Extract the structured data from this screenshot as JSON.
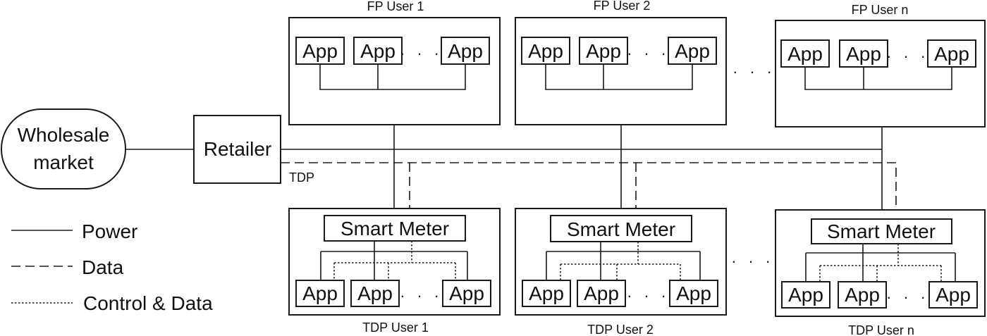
{
  "nodes": {
    "wholesale_line1": "Wholesale",
    "wholesale_line2": "market",
    "retailer": "Retailer",
    "tdp_link_label": "TDP"
  },
  "fp_users": [
    {
      "title": "FP User 1",
      "apps": [
        "App",
        "App",
        "App"
      ]
    },
    {
      "title": "FP User 2",
      "apps": [
        "App",
        "App",
        "App"
      ]
    },
    {
      "title": "FP User n",
      "apps": [
        "App",
        "App",
        "App"
      ]
    }
  ],
  "tdp_users": [
    {
      "title": "TDP User 1",
      "meter": "Smart Meter",
      "apps": [
        "App",
        "App",
        "App"
      ]
    },
    {
      "title": "TDP User 2",
      "meter": "Smart Meter",
      "apps": [
        "App",
        "App",
        "App"
      ]
    },
    {
      "title": "TDP User n",
      "meter": "Smart Meter",
      "apps": [
        "App",
        "App",
        "App"
      ]
    }
  ],
  "ellipsis": ". . .",
  "legend": {
    "power": "Power",
    "data": "Data",
    "control_data": "Control & Data"
  }
}
